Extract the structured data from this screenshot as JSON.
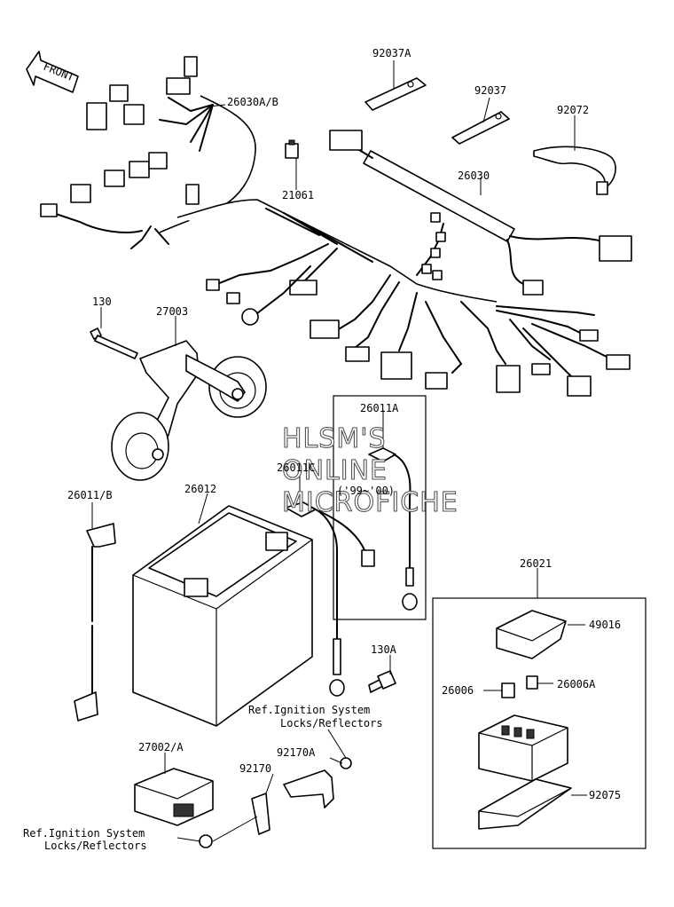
{
  "front_label": "FRONT",
  "watermark": [
    "HLSM'S",
    "ONLINE",
    "MICROFICHE"
  ],
  "parts": [
    {
      "id": "p-92037a",
      "label": "92037A"
    },
    {
      "id": "p-92037",
      "label": "92037"
    },
    {
      "id": "p-92072",
      "label": "92072"
    },
    {
      "id": "p-26030ab",
      "label": "26030A/B"
    },
    {
      "id": "p-21061",
      "label": "21061"
    },
    {
      "id": "p-26030",
      "label": "26030"
    },
    {
      "id": "p-130",
      "label": "130"
    },
    {
      "id": "p-27003",
      "label": "27003"
    },
    {
      "id": "p-26011a",
      "label": "26011A"
    },
    {
      "id": "p-26011c",
      "label": "26011C"
    },
    {
      "id": "p-26011b",
      "label": "26011/B"
    },
    {
      "id": "p-26012",
      "label": "26012"
    },
    {
      "id": "p-26021",
      "label": "26021"
    },
    {
      "id": "p-49016",
      "label": "49016"
    },
    {
      "id": "p-130a",
      "label": "130A"
    },
    {
      "id": "p-26006",
      "label": "26006"
    },
    {
      "id": "p-26006a",
      "label": "26006A"
    },
    {
      "id": "p-27002a",
      "label": "27002/A"
    },
    {
      "id": "p-92170a",
      "label": "92170A"
    },
    {
      "id": "p-92170",
      "label": "92170"
    },
    {
      "id": "p-92075",
      "label": "92075"
    }
  ],
  "year_note": "('99~'00)",
  "refs": {
    "upper_line1": "Ref.Ignition System",
    "upper_line2": "Locks/Reflectors",
    "lower_line1": "Ref.Ignition System",
    "lower_line2": "Locks/Reflectors"
  }
}
